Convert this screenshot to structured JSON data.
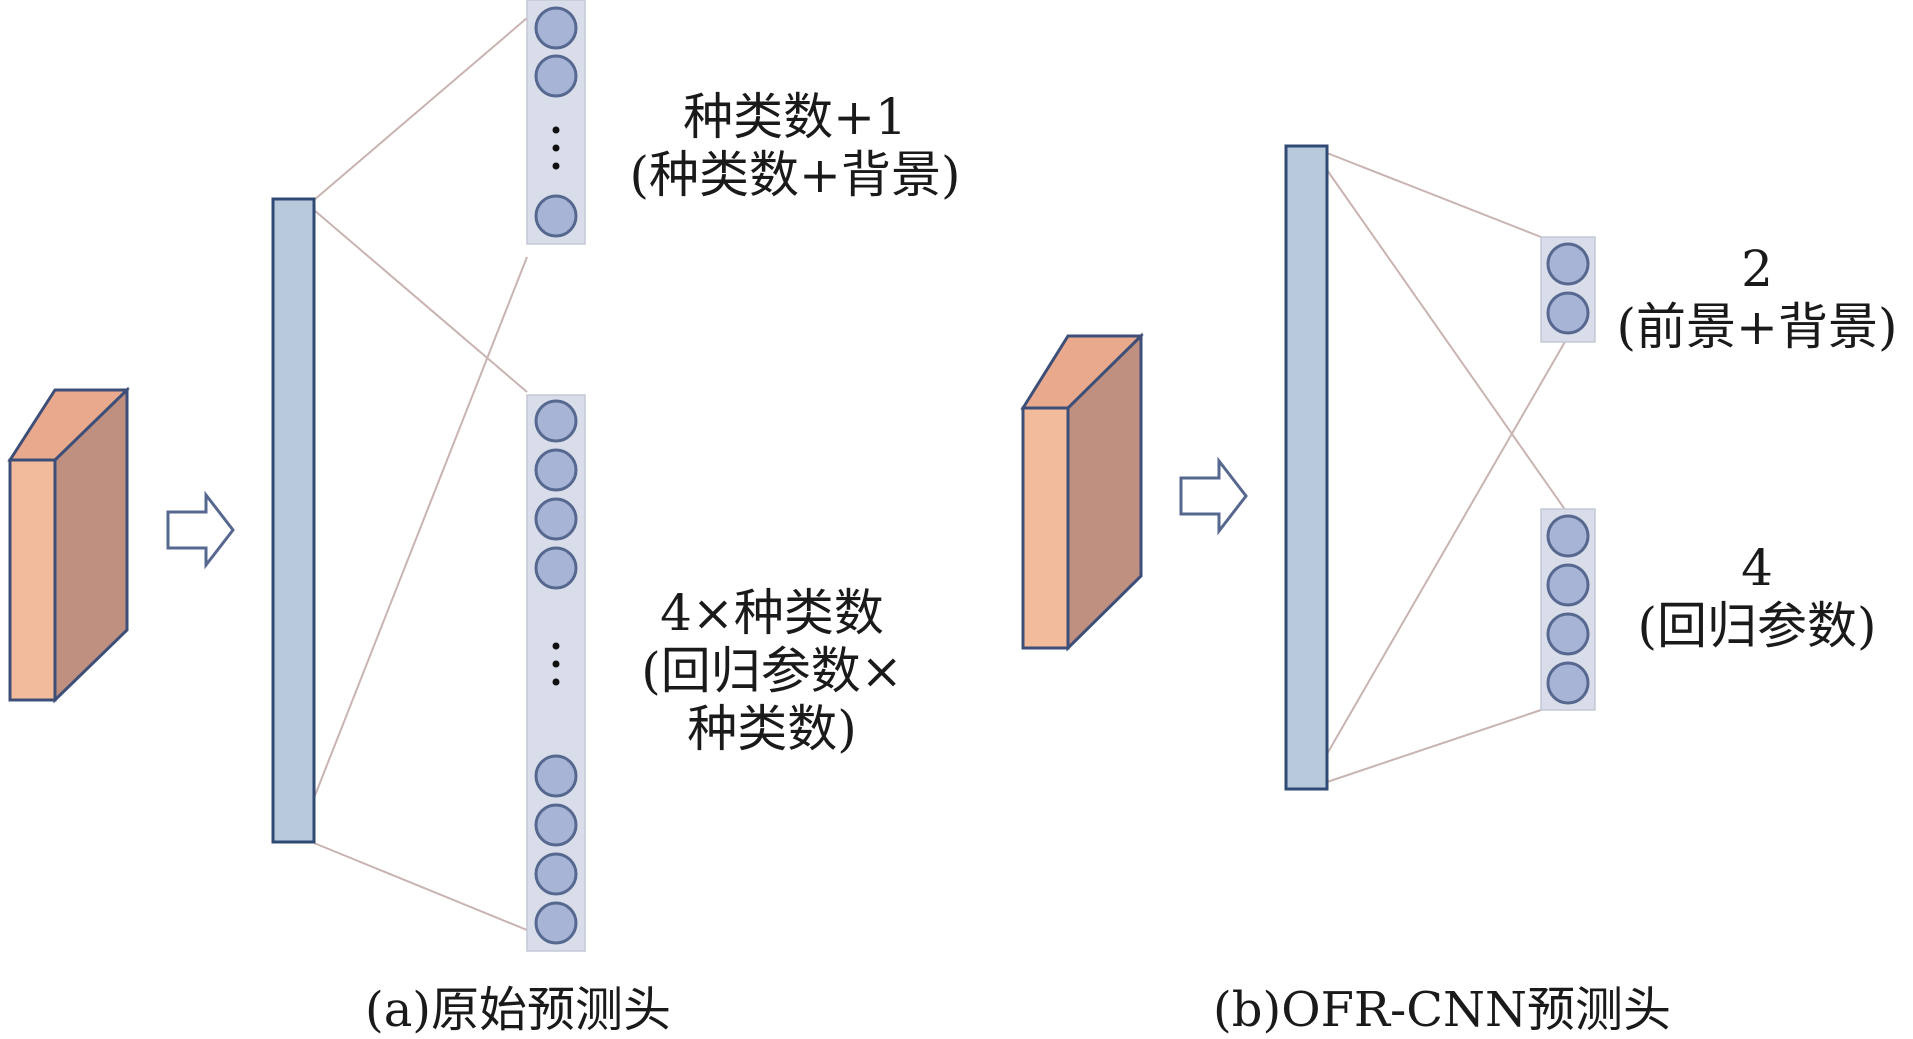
{
  "panel_a": {
    "caption": "(a)原始预测头",
    "cls_label": [
      "种类数+1",
      "(种类数+背景)"
    ],
    "reg_label": [
      "4×种类数",
      "(回归参数×",
      "种类数)"
    ]
  },
  "panel_b": {
    "caption": "(b)OFR-CNN预测头",
    "cls_label": [
      "2",
      "(前景+背景)"
    ],
    "reg_label": [
      "4",
      "(回归参数)"
    ]
  },
  "colors": {
    "feature_front": "#f2bb9b",
    "feature_side": "#bf907f",
    "feature_top": "#e9a98c",
    "fc_bar": "#b8c9dc",
    "node_column": "#d9dde9",
    "node_fill": "#a8b4d6",
    "node_stroke": "#56688f",
    "connector": "#c9b4b2",
    "arrow_stroke": "#56688f"
  }
}
